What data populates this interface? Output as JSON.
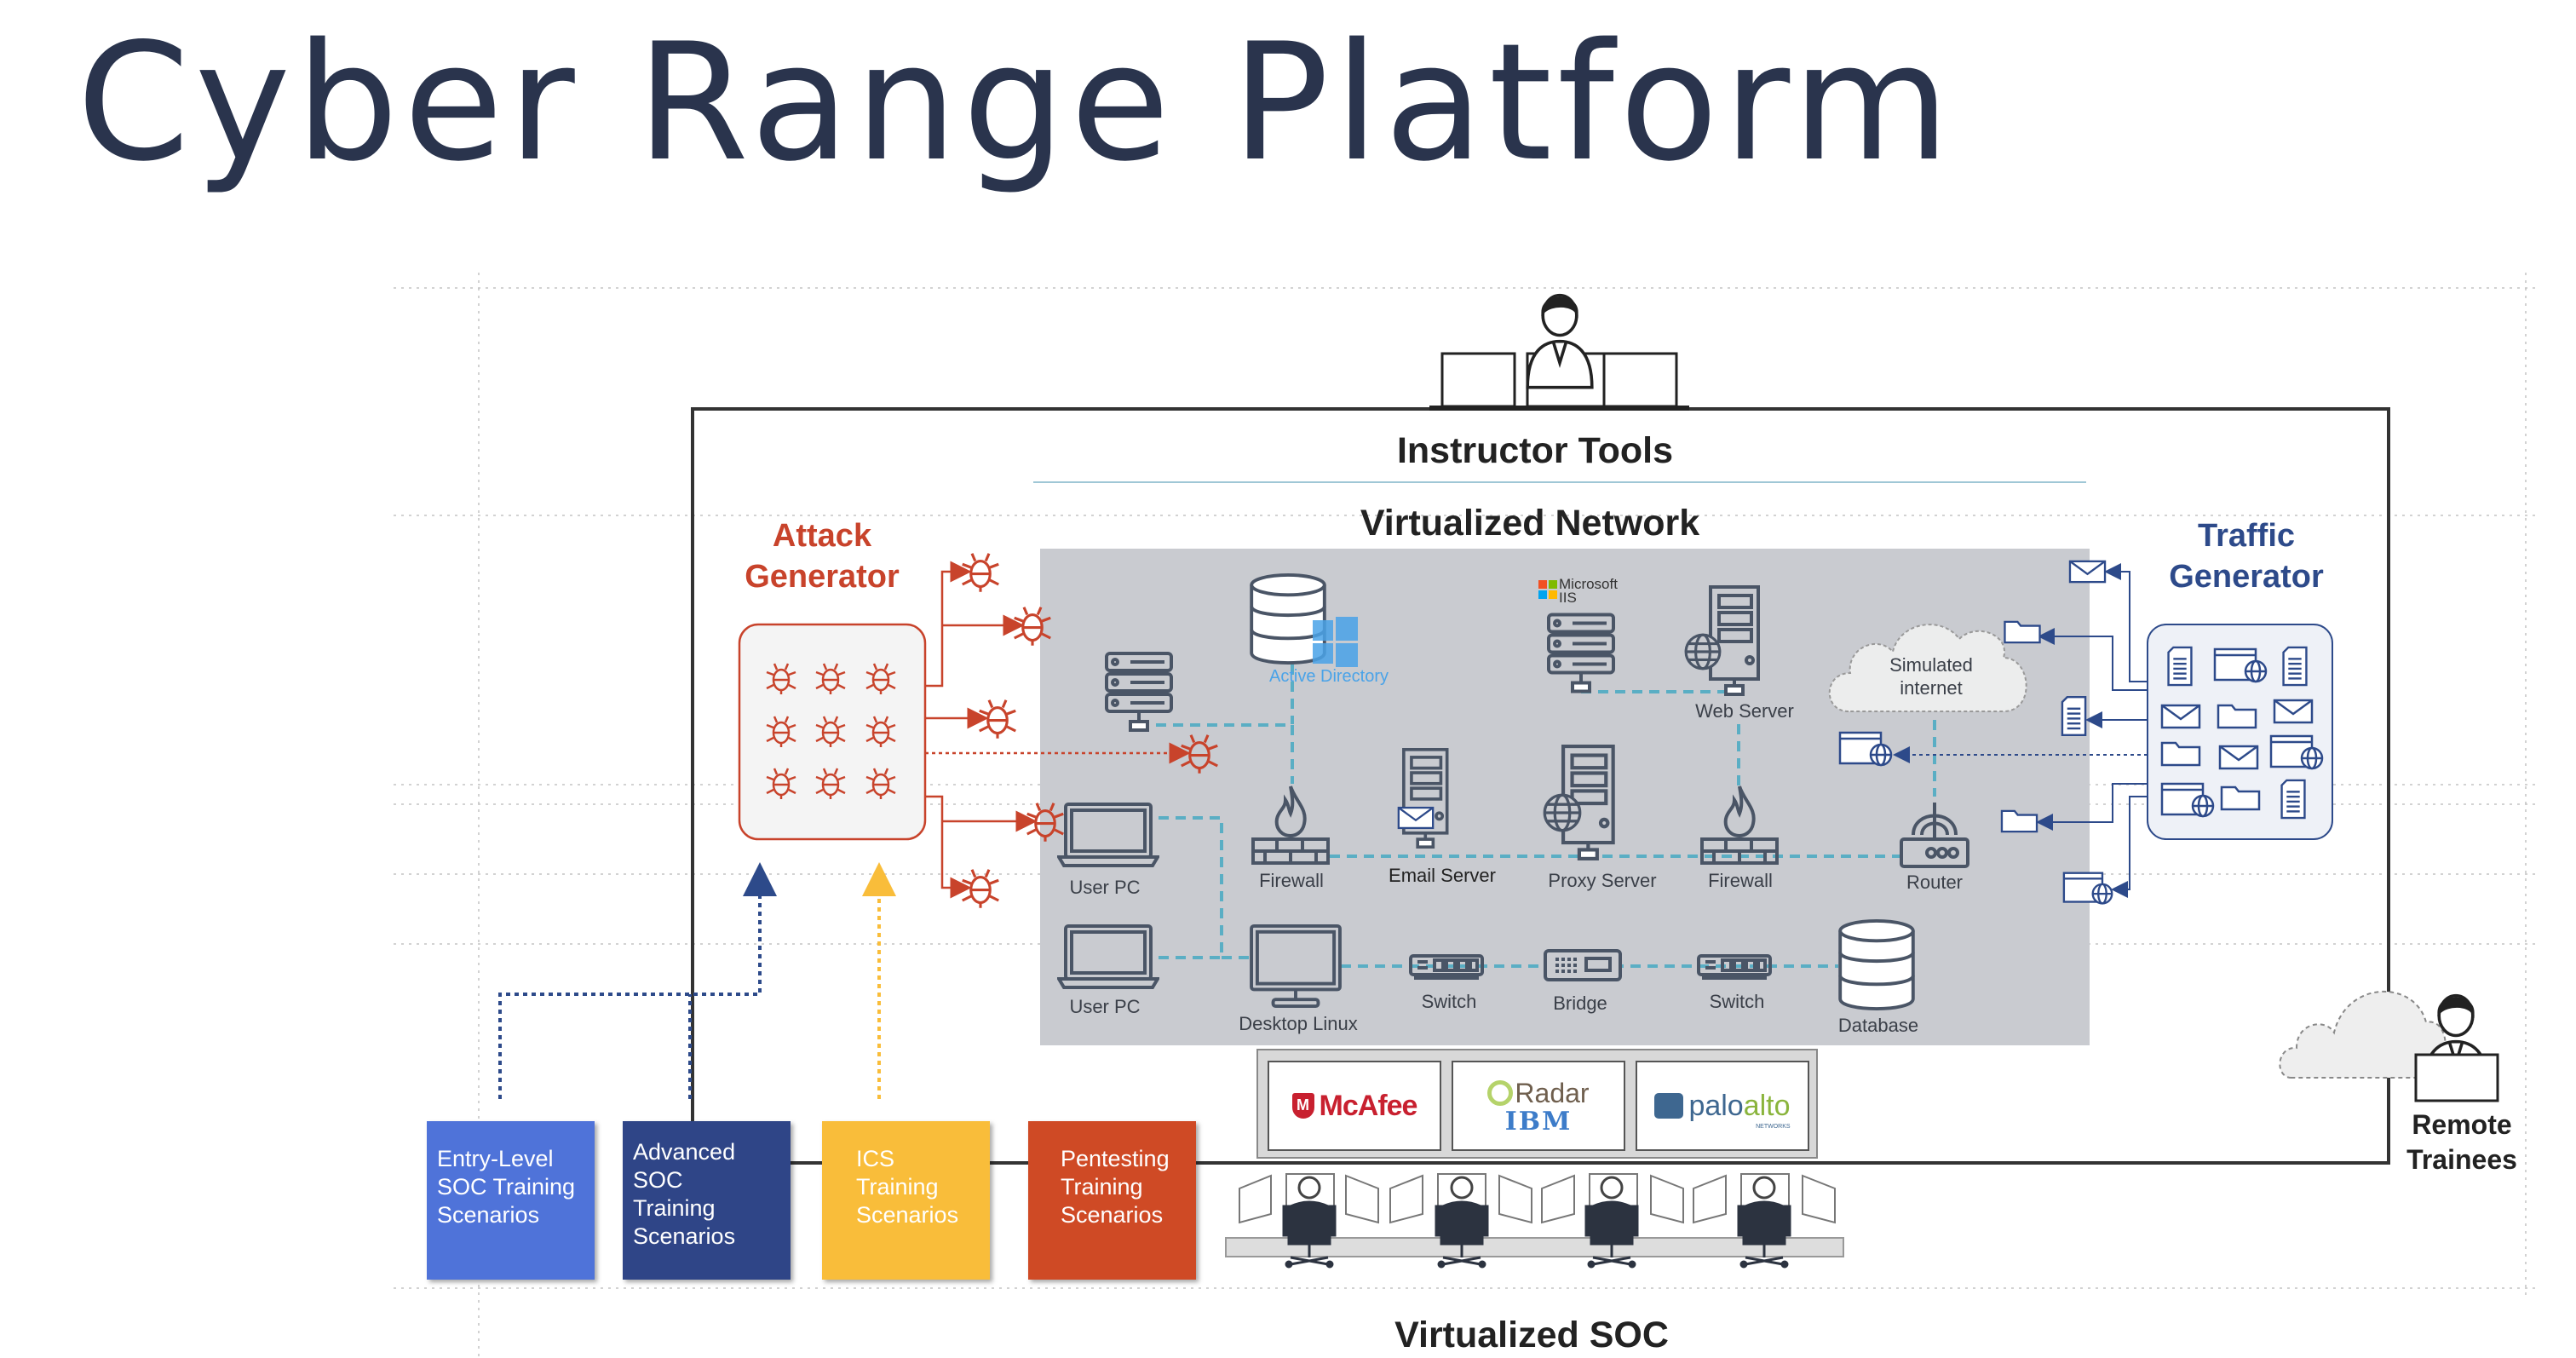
{
  "title": "Cyber Range Platform",
  "instructor_tools": "Instructor Tools",
  "virtualized_network": "Virtualized Network",
  "attack_generator": {
    "line1": "Attack",
    "line2": "Generator"
  },
  "traffic_generator": {
    "line1": "Traffic",
    "line2": "Generator"
  },
  "network": {
    "active_directory": "Active Directory",
    "microsoft_iis": {
      "line1": "Microsoft",
      "line2": "IIS"
    },
    "web_server": "Web Server",
    "simulated_internet": {
      "line1": "Simulated",
      "line2": "internet"
    },
    "user_pc_1": "User PC",
    "firewall_1": "Firewall",
    "email_server": "Email Server",
    "proxy_server": "Proxy Server",
    "firewall_2": "Firewall",
    "router": "Router",
    "user_pc_2": "User PC",
    "desktop_linux": "Desktop Linux",
    "switch_1": "Switch",
    "bridge": "Bridge",
    "switch_2": "Switch",
    "database": "Database"
  },
  "logos": {
    "mcafee": "McAfee",
    "qradar": "Radar",
    "ibm": "IBM",
    "paloalto_1": "palo",
    "paloalto_2": "alto",
    "paloalto_sub": "NETWORKS"
  },
  "scenarios": [
    {
      "line1": "Entry-Level",
      "line2": "SOC Training",
      "line3": "Scenarios",
      "line4": ""
    },
    {
      "line1": "Advanced",
      "line2": "SOC",
      "line3": "Training",
      "line4": "Scenarios"
    },
    {
      "line1": "ICS",
      "line2": "Training",
      "line3": "Scenarios",
      "line4": ""
    },
    {
      "line1": "Pentesting",
      "line2": "Training",
      "line3": "Scenarios",
      "line4": ""
    }
  ],
  "virtualized_soc": "Virtualized SOC",
  "remote_trainees": {
    "line1": "Remote",
    "line2": "Trainees"
  },
  "colors": {
    "title": "#1f2a44",
    "attack": "#c8432b",
    "traffic": "#2d4a8a",
    "network_bg": "#c9cbd0",
    "link": "#5aaec4",
    "entry": "#4f73d9",
    "advanced": "#2f4587",
    "ics": "#f9bd3a",
    "pentest": "#cf4a25"
  }
}
